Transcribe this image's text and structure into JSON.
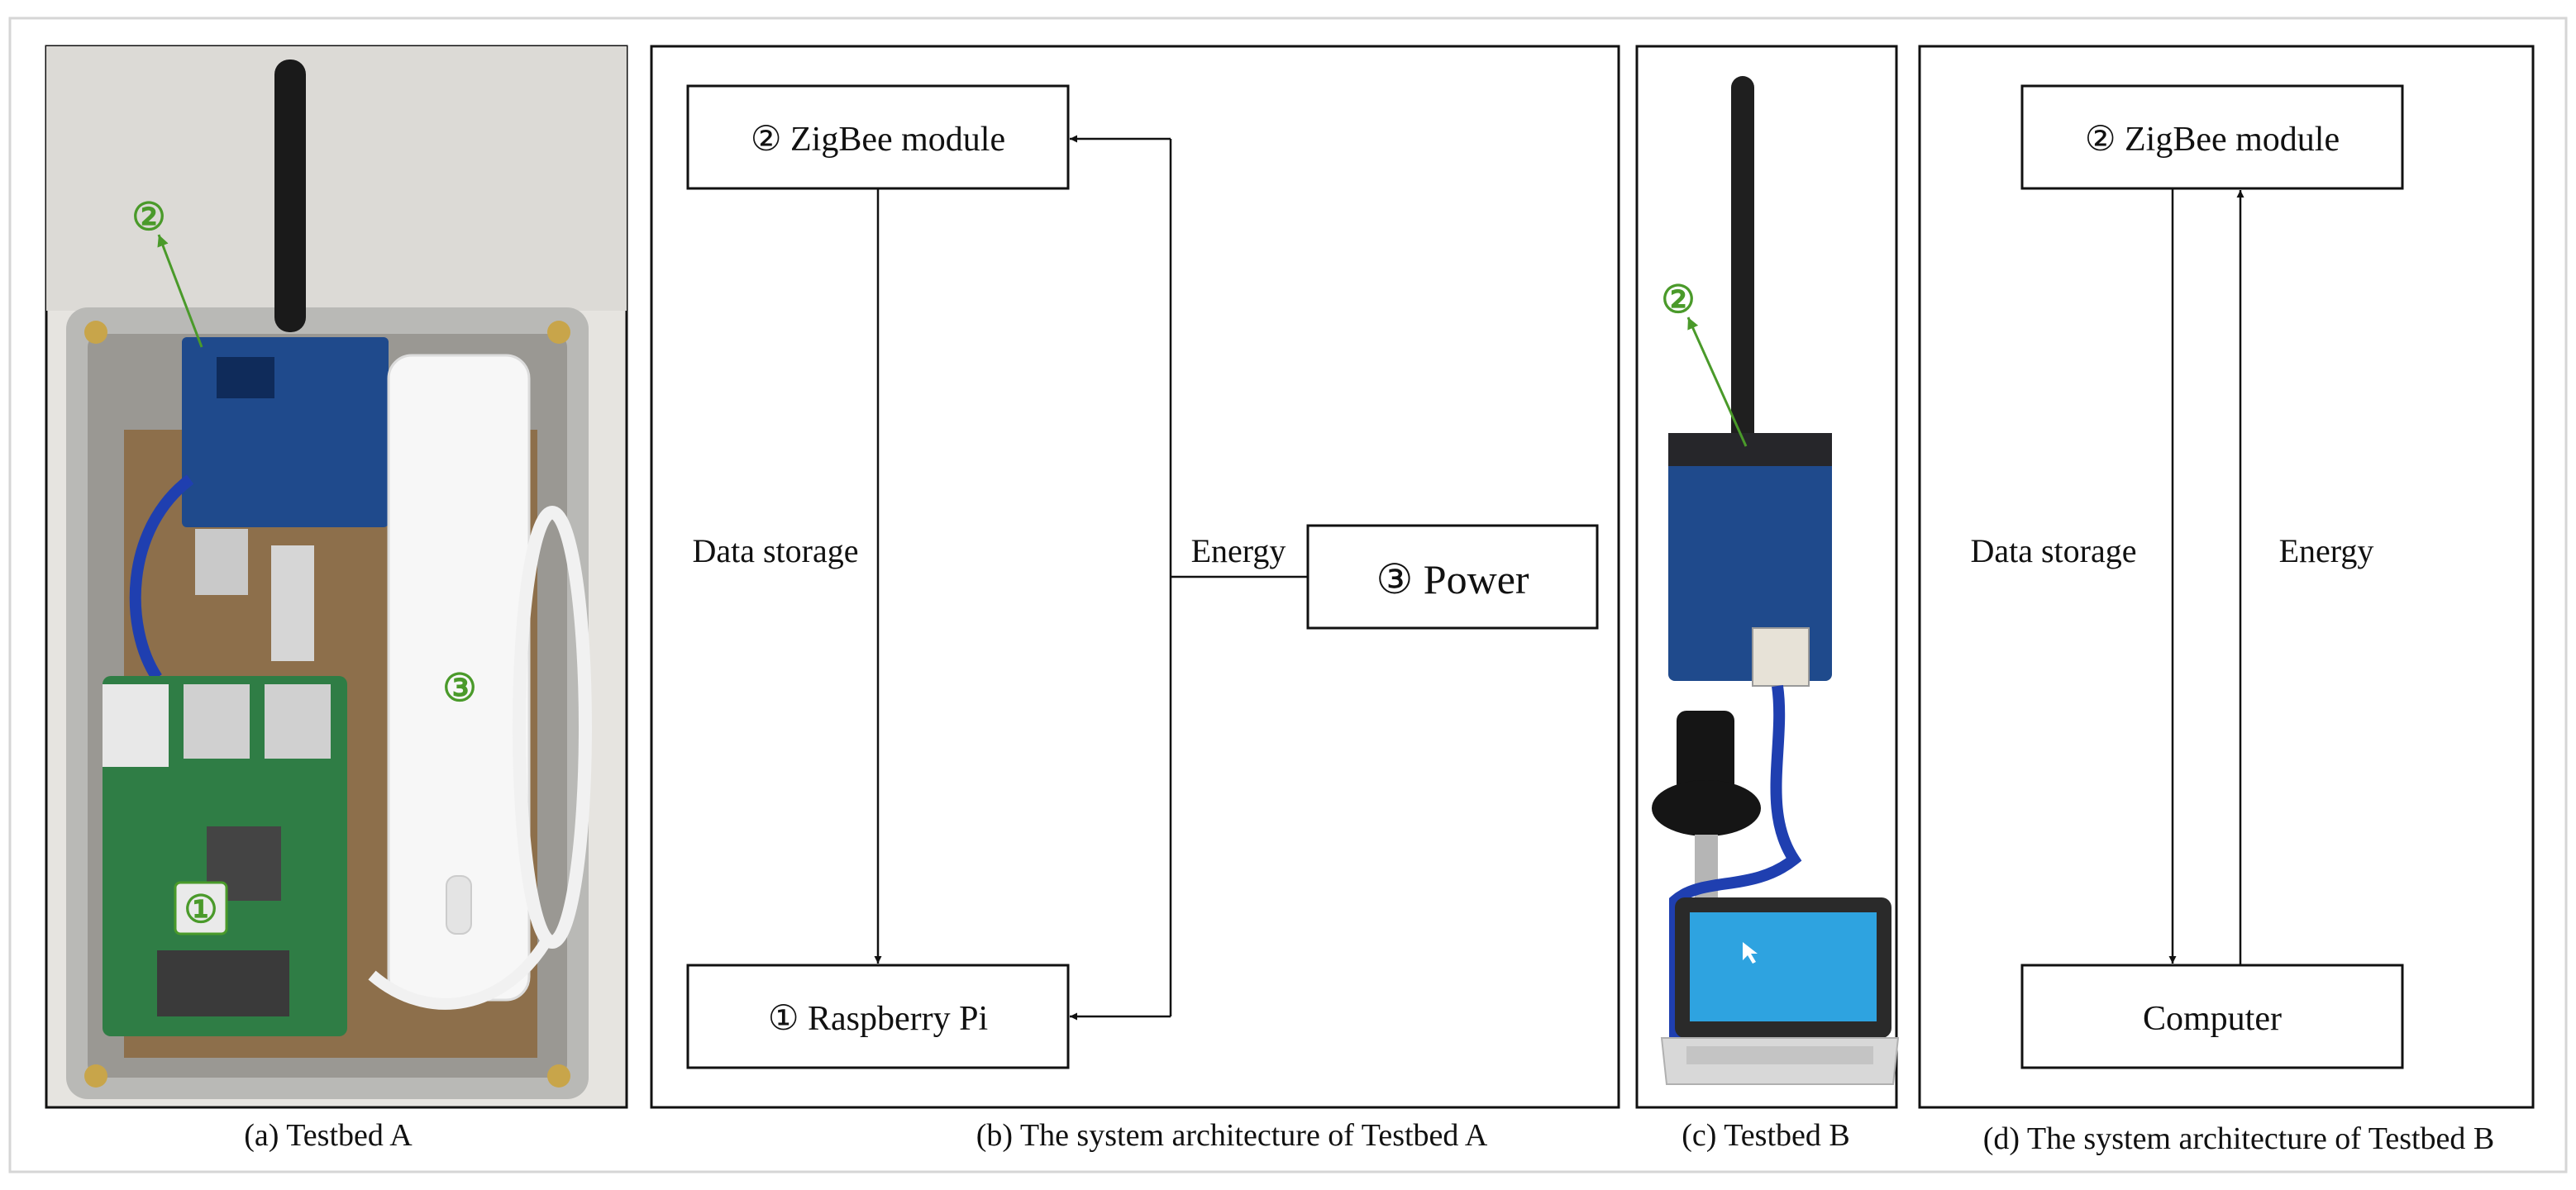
{
  "panels": {
    "a": {
      "caption": "(a) Testbed A",
      "markers": [
        "②",
        "①",
        "③"
      ]
    },
    "b": {
      "caption": "(b) The system architecture of Testbed A",
      "zigbee": "② ZigBee module",
      "raspberry": "① Raspberry Pi",
      "power": "③ Power",
      "data_storage": "Data storage",
      "energy": "Energy"
    },
    "c": {
      "caption": "(c) Testbed B",
      "markers": [
        "②"
      ]
    },
    "d": {
      "caption": "(d) The system architecture of Testbed B",
      "zigbee": "② ZigBee module",
      "computer": "Computer",
      "data_storage": "Data storage",
      "energy": "Energy"
    }
  },
  "colors": {
    "marker_green": "#4a9a2a",
    "pcb_blue": "#1f4a8c",
    "pcb_green": "#2f7d45",
    "screen_blue": "#2ea3e0",
    "cable_blue": "#1f3fb0"
  }
}
